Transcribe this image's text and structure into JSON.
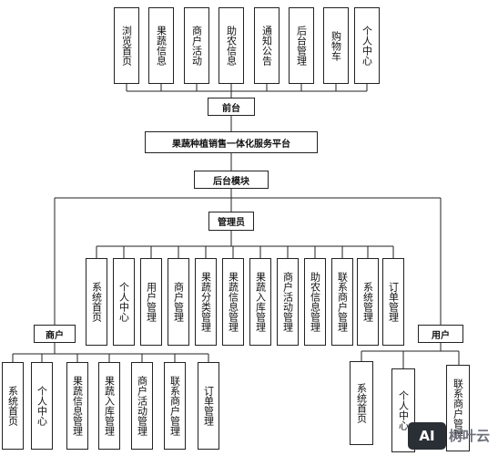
{
  "front_modules": [
    "浏览首页",
    "果蔬信息",
    "商户活动",
    "助农信息",
    "通知公告",
    "后台管理",
    "购物车",
    "个人中心"
  ],
  "front_label": "前台",
  "platform_title": "果蔬种植销售一体化服务平台",
  "backend_label": "后台模块",
  "admin_label": "管理员",
  "admin_modules": [
    "系统首页",
    "个人中心",
    "用户管理",
    "商户管理",
    "果蔬分类管理",
    "果蔬信息管理",
    "果蔬入库管理",
    "商户活动管理",
    "助农信息管理",
    "联系商户管理",
    "系统管理",
    "订单管理"
  ],
  "merchant_label": "商户",
  "merchant_modules": [
    "系统首页",
    "个人中心",
    "果蔬信息管理",
    "果蔬入库管理",
    "商户活动管理",
    "联系商户管理",
    "订单管理"
  ],
  "user_label": "用户",
  "user_modules": [
    "系统首页",
    "个人中心",
    "联系商户管理"
  ],
  "watermark": {
    "badge": "AI",
    "text": "树叶云"
  }
}
